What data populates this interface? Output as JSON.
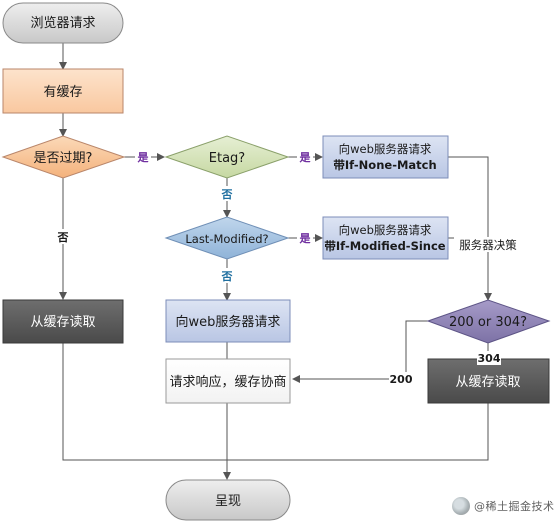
{
  "nodes": {
    "browser_request": "浏览器请求",
    "has_cache": "有缓存",
    "expired": "是否过期?",
    "etag": "Etag?",
    "req_if_none_match_line1": "向web服务器请求",
    "req_if_none_match_line2": "带If-None-Match",
    "last_modified": "Last-Modified?",
    "req_if_modified_since_line1": "向web服务器请求",
    "req_if_modified_since_line2": "带If-Modified-Since",
    "read_cache_left": "从缓存读取",
    "request_server": "向web服务器请求",
    "status_decision": "200 or 304?",
    "negotiate": "请求响应，缓存协商",
    "read_cache_right": "从缓存读取",
    "render": "呈现"
  },
  "edge_labels": {
    "yes_expired": "是",
    "no_expired": "否",
    "yes_etag": "是",
    "no_etag": "否",
    "yes_last_modified": "是",
    "no_last_modified": "否",
    "server_decision": "服务器决策",
    "status_304": "304",
    "status_200": "200"
  },
  "colors": {
    "terminal_fill": "#d9d9d9",
    "cache_fill": "#fbd5b5",
    "expired_fill": "#f8c59a",
    "etag_fill": "#d7e4bd",
    "request_fill": "#ccd6ec",
    "last_modified_fill": "#a4c2df",
    "read_cache_fill": "#595959",
    "decision_fill": "#8f84b4",
    "yes_color": "#7030a0",
    "no_color": "#1f6fa0",
    "line": "#555555"
  },
  "watermark": {
    "text": "@稀土掘金技术社区"
  }
}
